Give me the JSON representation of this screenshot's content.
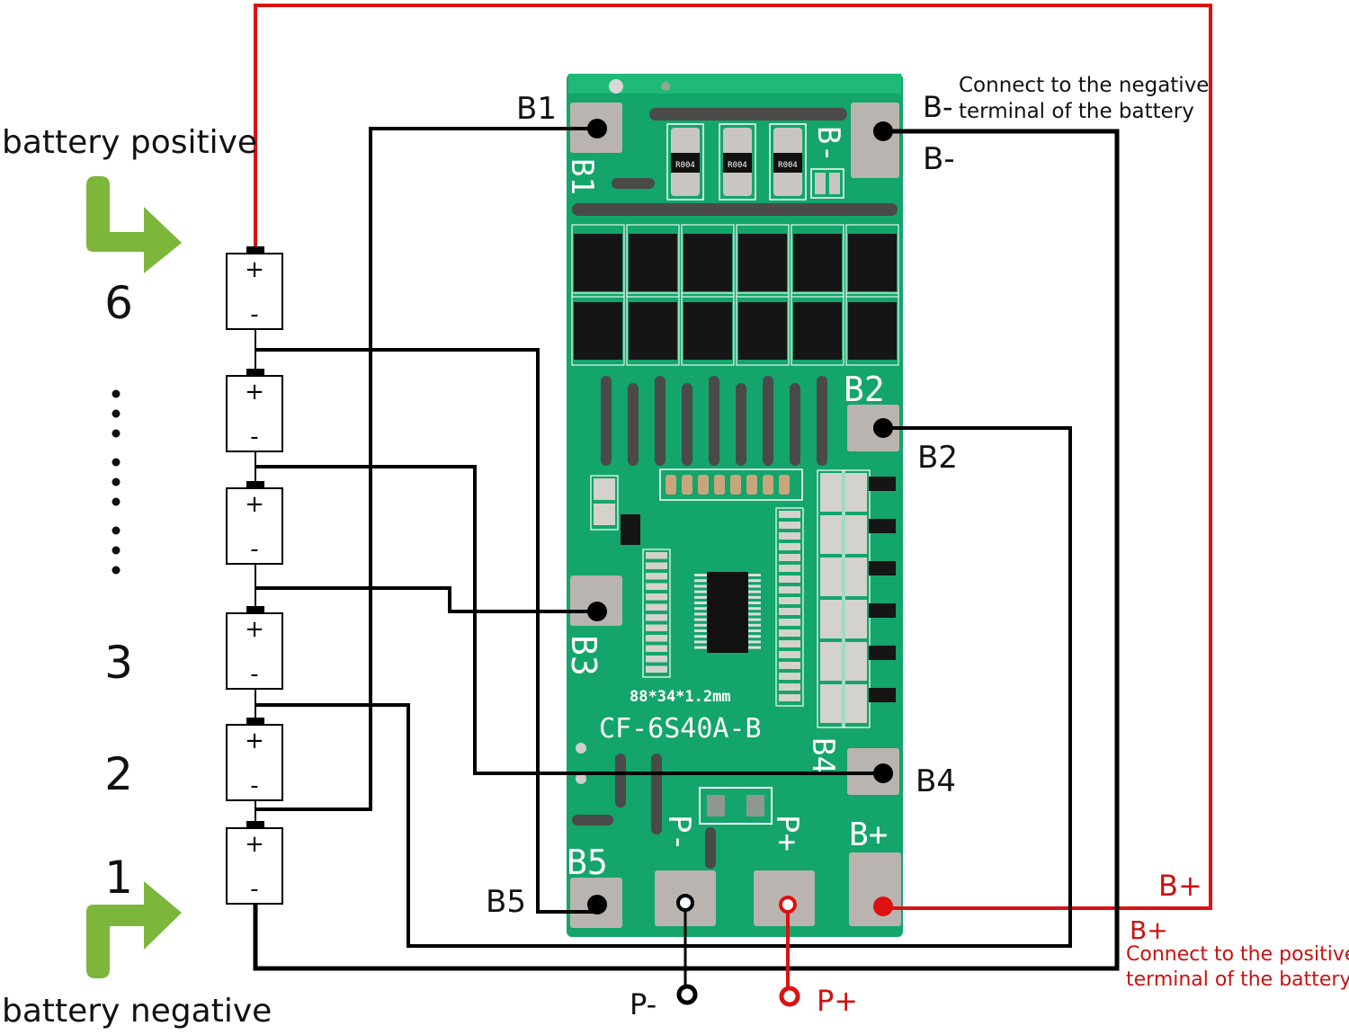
{
  "diagram": {
    "title": "6S BMS wiring diagram",
    "board": {
      "model": "CF-6S40A-B",
      "dimensions": "88*34*1.2mm",
      "pcb_color": "#12a36a",
      "silk_labels": {
        "b1": "B1",
        "b_minus": "B-",
        "b2": "B2",
        "b3": "B3",
        "b4": "B4",
        "b5": "B5",
        "p_minus": "P-",
        "p_plus": "P+",
        "b_plus": "B+"
      },
      "shunt_resistors": [
        "R004",
        "R004",
        "R004"
      ]
    },
    "labels": {
      "battery_positive": "battery positive",
      "battery_negative": "battery negative",
      "b1": "B1",
      "b2": "B2",
      "b4": "B4",
      "b5": "B5",
      "b_minus_header": "B-",
      "b_minus_note_line1": "Connect to the negative",
      "b_minus_note_line2": "terminal of the battery",
      "b_minus_side": "B-",
      "b_plus_side": "B+",
      "b_plus_header": "B+",
      "b_plus_note_line1": "Connect to the positive",
      "b_plus_note_line2": "terminal of the battery",
      "p_minus": "P-",
      "p_plus": "P+"
    },
    "cells": [
      {
        "number": "6",
        "plus": "+",
        "minus": "-"
      },
      {
        "number": "",
        "plus": "+",
        "minus": "-"
      },
      {
        "number": "",
        "plus": "+",
        "minus": "-"
      },
      {
        "number": "3",
        "plus": "+",
        "minus": "-"
      },
      {
        "number": "2",
        "plus": "+",
        "minus": "-"
      },
      {
        "number": "1",
        "plus": "+",
        "minus": "-"
      }
    ],
    "ellipsis_dots": 9,
    "colors": {
      "wire_black": "#000000",
      "wire_red": "#dd1111",
      "arrow_green": "#7cb63a",
      "note_red": "#cc1111",
      "pad_gray": "#b9b4b0",
      "mosfet_black": "#151515"
    }
  }
}
